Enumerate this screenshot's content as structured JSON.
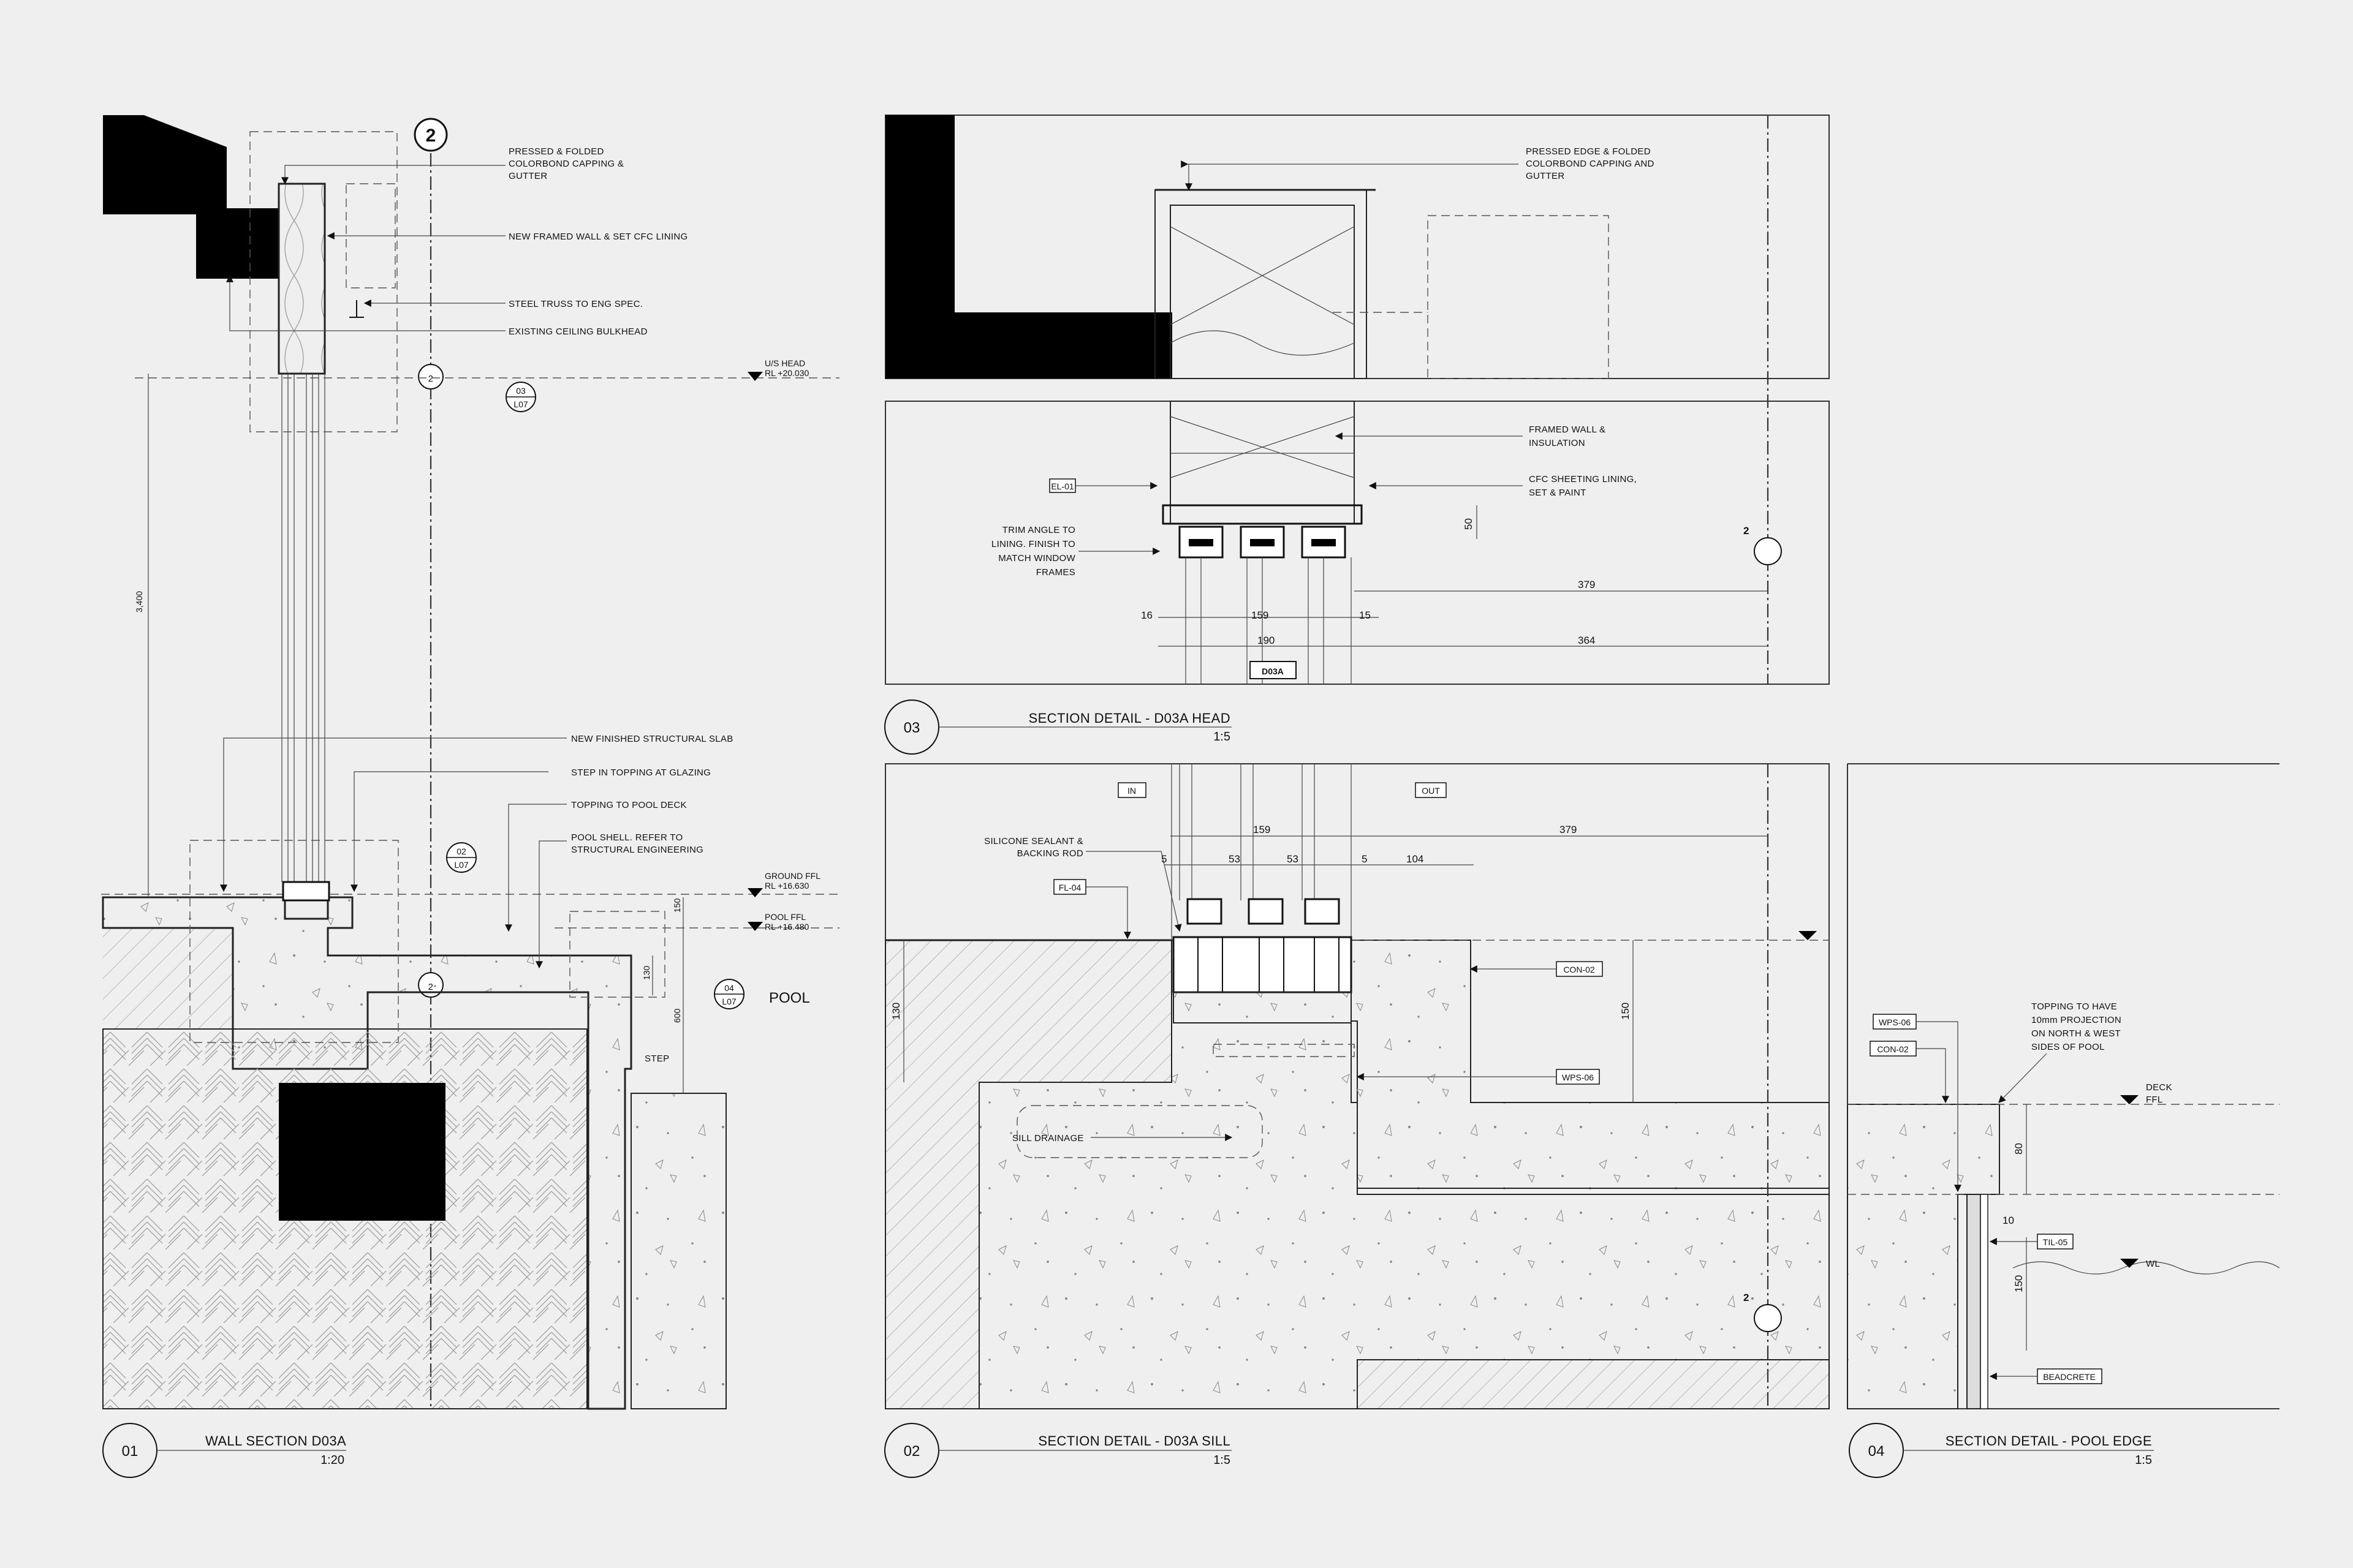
{
  "details": [
    {
      "number": "01",
      "title": "WALL SECTION D03A",
      "scale": "1:20",
      "notes": [
        "PRESSED & FOLDED",
        "COLORBOND CAPPING &",
        "GUTTER",
        "NEW FRAMED WALL & SET CFC LINING",
        "STEEL TRUSS TO ENG SPEC.",
        "EXISTING CEILING BULKHEAD",
        "NEW FINISHED STRUCTURAL SLAB",
        "STEP IN TOPPING AT GLAZING",
        "TOPPING TO POOL DECK",
        "POOL SHELL. REFER TO",
        "STRUCTURAL ENGINEERING"
      ],
      "levels": [
        {
          "name": "U/S HEAD",
          "rl": "RL +20.030"
        },
        {
          "name": "GROUND FFL",
          "rl": "RL +16.630"
        },
        {
          "name": "POOL FFL",
          "rl": "RL +16.480"
        }
      ],
      "grid": "2",
      "refs": [
        {
          "top": "03",
          "bottom": "L07"
        },
        {
          "top": "02",
          "bottom": "L07"
        },
        {
          "top": "04",
          "bottom": "L07"
        }
      ],
      "dims": [
        "3,400",
        "150",
        "130",
        "600"
      ],
      "labels": [
        "POOL",
        "STEP"
      ]
    },
    {
      "number": "03",
      "title": "SECTION DETAIL - D03A HEAD",
      "scale": "1:5",
      "notes": [
        "PRESSED EDGE & FOLDED",
        "COLORBOND CAPPING AND",
        "GUTTER",
        "FRAMED WALL &",
        "INSULATION",
        "CFC SHEETING LINING,",
        "SET & PAINT",
        "TRIM ANGLE TO",
        "LINING. FINISH TO",
        "MATCH WINDOW",
        "FRAMES"
      ],
      "tags": [
        "EL-01",
        "D03A"
      ],
      "dims": [
        "50",
        "379",
        "16",
        "159",
        "15",
        "190",
        "364"
      ],
      "grid": "2"
    },
    {
      "number": "02",
      "title": "SECTION DETAIL - D03A SILL",
      "scale": "1:5",
      "notes": [
        "SILICONE SEALANT &",
        "BACKING ROD",
        "SILL DRAINAGE"
      ],
      "tags": [
        "IN",
        "OUT",
        "FL-04",
        "CON-02",
        "WPS-06"
      ],
      "dims": [
        "159",
        "379",
        "5",
        "53",
        "53",
        "5",
        "104",
        "130",
        "150"
      ],
      "grid": "2"
    },
    {
      "number": "04",
      "title": "SECTION DETAIL - POOL EDGE",
      "scale": "1:5",
      "notes": [
        "TOPPING TO HAVE",
        "10mm PROJECTION",
        "ON NORTH & WEST",
        "SIDES OF POOL"
      ],
      "tags": [
        "WPS-06",
        "CON-02",
        "TIL-05",
        "BEADCRETE"
      ],
      "levels": [
        {
          "name": "DECK",
          "rl": "FFL"
        },
        {
          "name": "WL",
          "rl": ""
        }
      ],
      "dims": [
        "80",
        "10",
        "150"
      ]
    }
  ]
}
